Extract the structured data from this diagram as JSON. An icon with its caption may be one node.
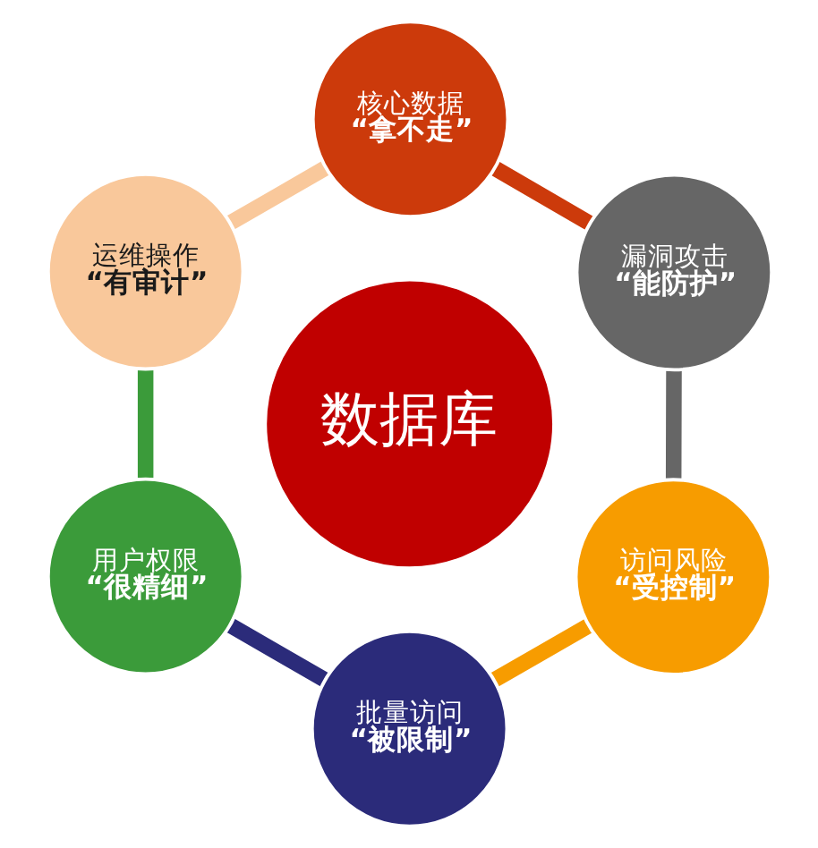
{
  "diagram": {
    "nodes": [
      {
        "text": [
          "数据库"
        ]
      },
      {
        "text": [
          "核心数据",
          "“拿不走”"
        ]
      },
      {
        "text": [
          "漏洞攻击",
          "“能防护”"
        ]
      },
      {
        "text": [
          "访问风险",
          "“受控制”"
        ]
      },
      {
        "text": [
          "批量访问",
          "“被限制”"
        ]
      },
      {
        "text": [
          "用户权限",
          "“很精细”"
        ]
      },
      {
        "text": [
          "运维操作",
          "“有审计”"
        ]
      }
    ],
    "edges": [
      {
        "from": 1,
        "to": 2,
        "arrow": "none",
        "color": "#cc3a0b"
      },
      {
        "from": 2,
        "to": 3,
        "arrow": "none",
        "color": "#666666"
      },
      {
        "from": 3,
        "to": 4,
        "arrow": "none",
        "color": "#f79c00"
      },
      {
        "from": 4,
        "to": 5,
        "arrow": "none",
        "color": "#2b2b7a"
      },
      {
        "from": 5,
        "to": 6,
        "arrow": "none",
        "color": "#3b9b3a"
      },
      {
        "from": 6,
        "to": 1,
        "arrow": "none",
        "color": "#f9c89b"
      }
    ]
  }
}
